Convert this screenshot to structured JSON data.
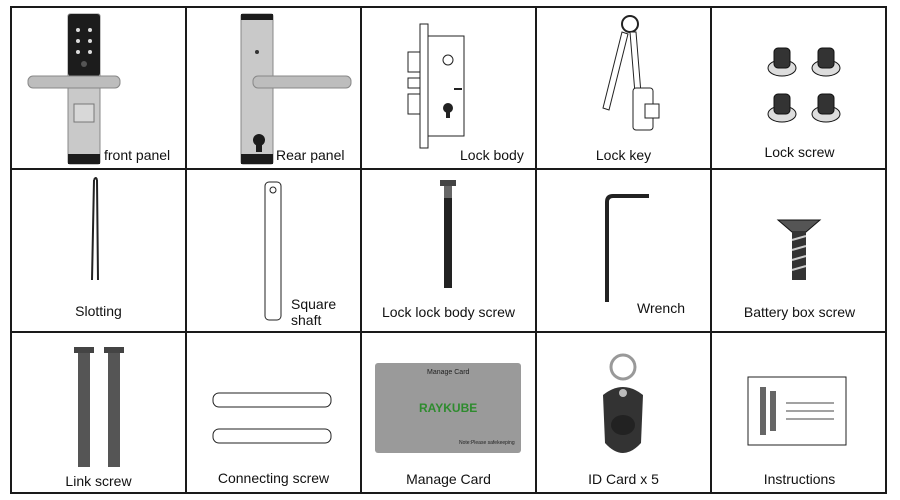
{
  "items": [
    {
      "label": "front panel"
    },
    {
      "label": "Rear panel"
    },
    {
      "label": "Lock body"
    },
    {
      "label": "Lock key"
    },
    {
      "label": "Lock screw"
    },
    {
      "label": "Slotting"
    },
    {
      "label": "Square shaft"
    },
    {
      "label": "Lock lock body screw"
    },
    {
      "label": "Wrench"
    },
    {
      "label": "Battery box screw"
    },
    {
      "label": "Link screw"
    },
    {
      "label": "Connecting screw"
    },
    {
      "label": "Manage Card"
    },
    {
      "label": "ID Card x 5"
    },
    {
      "label": "Instructions"
    }
  ],
  "manage_card": {
    "title": "Manage Card",
    "brand": "RAYKUBE",
    "note": "Note:Please safekeeping"
  },
  "colors": {
    "border": "#1a1a1a",
    "panel": "#c9c9c9",
    "card": "#9a9a9a",
    "brand": "#2e8b2e"
  }
}
